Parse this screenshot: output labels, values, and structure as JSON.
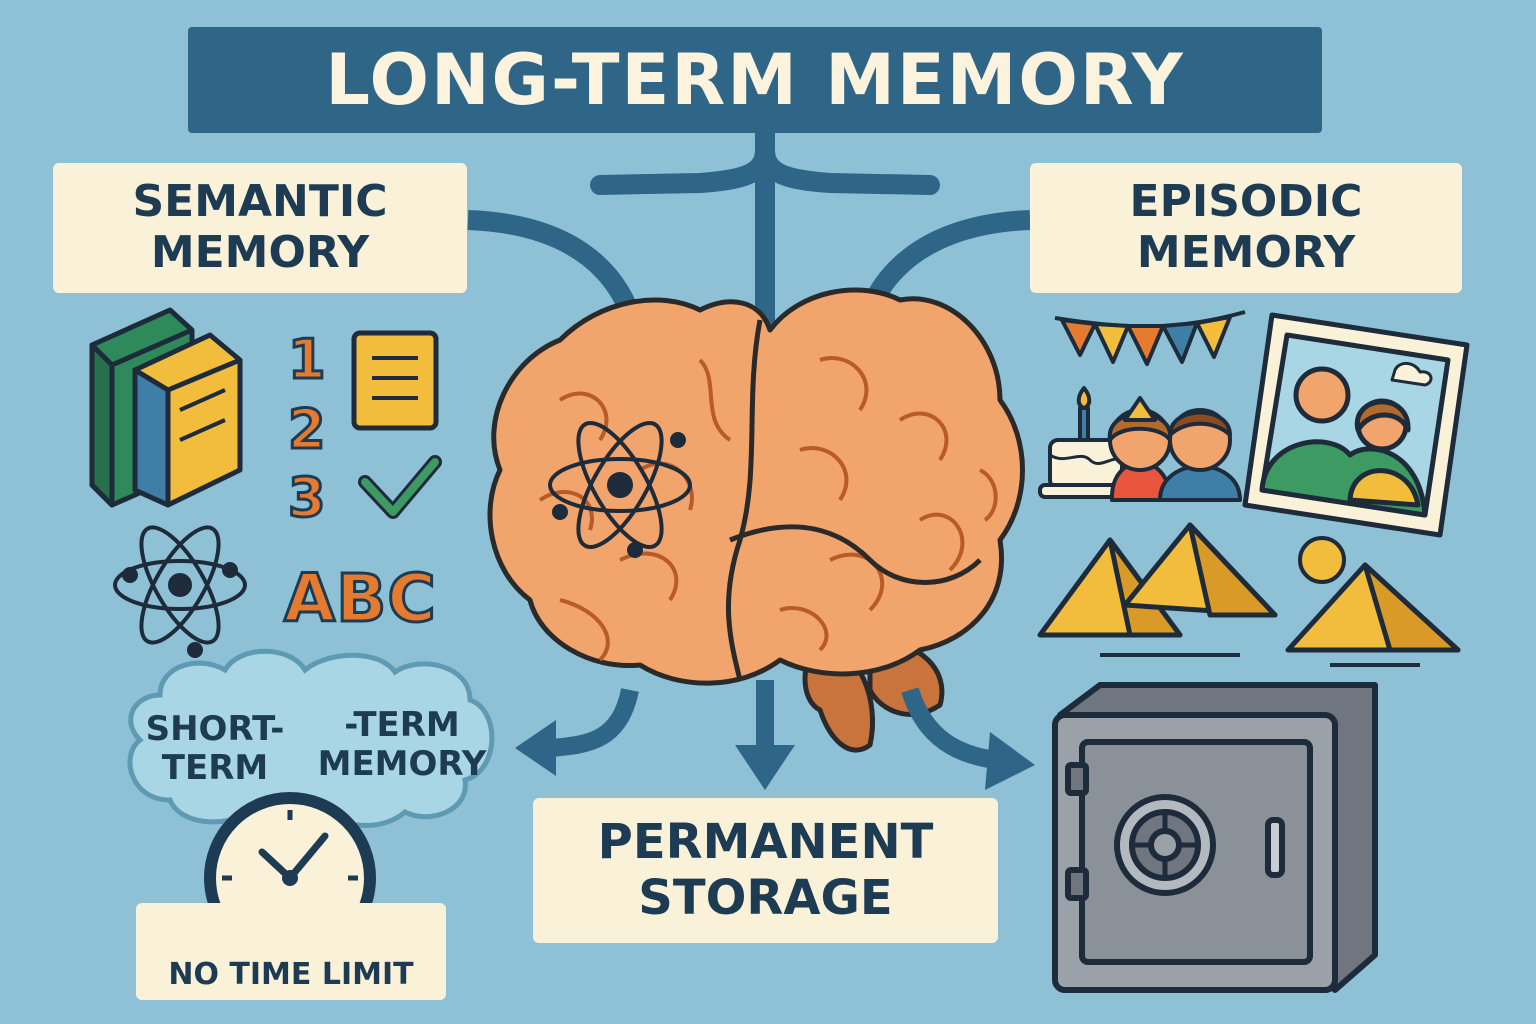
{
  "title": "LONG-TERM MEMORY",
  "semantic": {
    "line1": "SEMANTIC",
    "line2": "MEMORY"
  },
  "episodic": {
    "line1": "EPISODIC",
    "line2": "MEMORY"
  },
  "permanent": {
    "line1": "PERMANENT",
    "line2": "STORAGE"
  },
  "short_term": {
    "left_line1": "SHORT-",
    "left_line2": "TERM",
    "right_line1": "-TERM",
    "right_line2": "MEMORY"
  },
  "no_time_limit": "NO TIME LIMIT",
  "abc": "ABC",
  "numbers": [
    "1",
    "2",
    "3"
  ],
  "colors": {
    "background": "#8ec1d6",
    "title_bar": "#2f6688",
    "label_bg": "#faf1d9",
    "text_dark": "#1d3b52",
    "brain": "#f1a46c",
    "accent_orange": "#e67a2e",
    "accent_yellow": "#f2bd3c",
    "accent_green": "#3d8a5c"
  },
  "icons": [
    "books-icon",
    "list-icon",
    "checkmark-icon",
    "atom-icon",
    "brain-icon",
    "party-icon",
    "photo-icon",
    "pyramids-icon",
    "sun-icon",
    "clock-icon",
    "cloud-icon",
    "safe-icon"
  ]
}
